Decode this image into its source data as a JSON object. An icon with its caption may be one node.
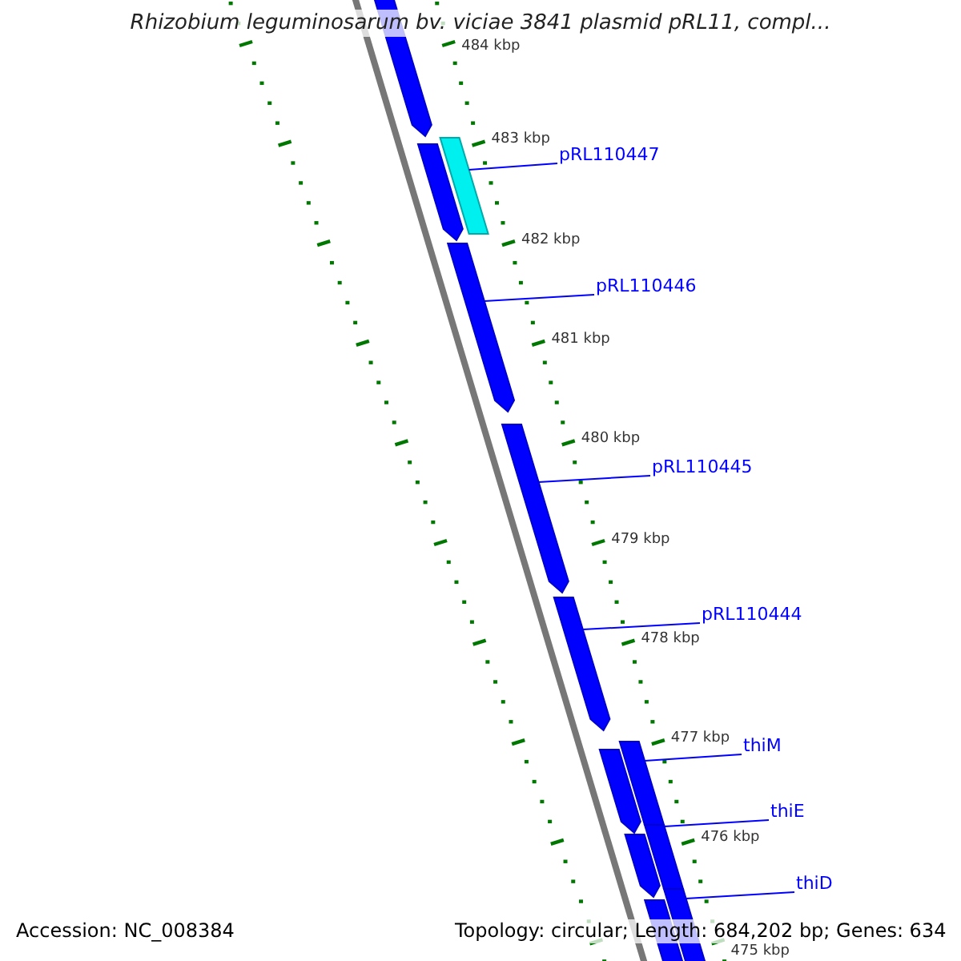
{
  "diagram": {
    "title": "Rhizobium leguminosarum bv. viciae 3841 plasmid pRL11, compl...",
    "nodes": [
      {
        "text": [
          "pRL110447"
        ]
      },
      {
        "text": [
          "pRL110446"
        ]
      },
      {
        "text": [
          "pRL110445"
        ]
      },
      {
        "text": [
          "pRL110444"
        ]
      },
      {
        "text": [
          "thiM"
        ]
      },
      {
        "text": [
          "thiE"
        ]
      },
      {
        "text": [
          "thiD"
        ]
      },
      {
        "text": [],
        "shape": "bar"
      },
      {
        "text": [],
        "shape": "bar"
      },
      {
        "text": [],
        "shape": "bar"
      },
      {
        "text": [],
        "shape": "bar"
      },
      {
        "text": [],
        "shape": "bar"
      },
      {
        "text": [],
        "shape": "bar"
      },
      {
        "text": [],
        "shape": "bar"
      },
      {
        "text": [],
        "shape": "bar"
      },
      {
        "text": [],
        "shape": "bar"
      },
      {
        "text": [],
        "shape": "bar"
      },
      {
        "text": [],
        "shape": "bar"
      },
      {
        "text": [],
        "shape": "bar"
      }
    ],
    "edges": [
      {
        "from": 0,
        "to": 9,
        "arrow": "none"
      },
      {
        "from": 1,
        "to": 10,
        "arrow": "none"
      },
      {
        "from": 2,
        "to": 11,
        "arrow": "none"
      },
      {
        "from": 3,
        "to": 12,
        "arrow": "none"
      },
      {
        "from": 4,
        "to": 13,
        "arrow": "none"
      },
      {
        "from": 5,
        "to": 15,
        "arrow": "none"
      },
      {
        "from": 6,
        "to": 17,
        "arrow": "none"
      }
    ],
    "labels": [
      "484 kbp",
      "483 kbp",
      "482 kbp",
      "481 kbp",
      "480 kbp",
      "479 kbp",
      "478 kbp",
      "477 kbp",
      "476 kbp",
      "475 kbp",
      "Accession: NC_008384",
      "Topology: circular; Length: 684,202 bp; Genes: 634"
    ]
  }
}
